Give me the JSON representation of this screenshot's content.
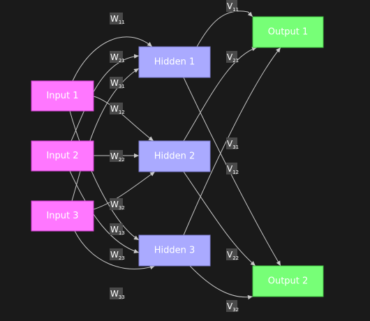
{
  "colors": {
    "background": "#1a1a1a",
    "input": "#ff77ff",
    "hidden": "#aaaaff",
    "output": "#77ff77",
    "edge": "#c8c8c8",
    "label_bg": "#4a4a4a"
  },
  "nodes": {
    "input1": {
      "label": "Input 1",
      "kind": "input"
    },
    "input2": {
      "label": "Input 2",
      "kind": "input"
    },
    "input3": {
      "label": "Input 3",
      "kind": "input"
    },
    "hidden1": {
      "label": "Hidden 1",
      "kind": "hidden"
    },
    "hidden2": {
      "label": "Hidden 2",
      "kind": "hidden"
    },
    "hidden3": {
      "label": "Hidden 3",
      "kind": "hidden"
    },
    "output1": {
      "label": "Output 1",
      "kind": "output"
    },
    "output2": {
      "label": "Output 2",
      "kind": "output"
    }
  },
  "edges": [
    {
      "id": "w11",
      "from": "input1",
      "to": "hidden1",
      "label": "W",
      "sub": "11"
    },
    {
      "id": "w21",
      "from": "input2",
      "to": "hidden1",
      "label": "W",
      "sub": "21"
    },
    {
      "id": "w31",
      "from": "input3",
      "to": "hidden1",
      "label": "W",
      "sub": "31"
    },
    {
      "id": "w12",
      "from": "input1",
      "to": "hidden2",
      "label": "W",
      "sub": "12"
    },
    {
      "id": "w22",
      "from": "input2",
      "to": "hidden2",
      "label": "W",
      "sub": "22"
    },
    {
      "id": "w32",
      "from": "input3",
      "to": "hidden2",
      "label": "W",
      "sub": "32"
    },
    {
      "id": "w13",
      "from": "input1",
      "to": "hidden3",
      "label": "W",
      "sub": "13"
    },
    {
      "id": "w23",
      "from": "input2",
      "to": "hidden3",
      "label": "W",
      "sub": "23"
    },
    {
      "id": "w33",
      "from": "input3",
      "to": "hidden3",
      "label": "W",
      "sub": "33"
    },
    {
      "id": "v11",
      "from": "hidden1",
      "to": "output1",
      "label": "V",
      "sub": "11"
    },
    {
      "id": "v21",
      "from": "hidden2",
      "to": "output1",
      "label": "V",
      "sub": "21"
    },
    {
      "id": "v31",
      "from": "hidden3",
      "to": "output1",
      "label": "V",
      "sub": "31"
    },
    {
      "id": "v12",
      "from": "hidden1",
      "to": "output2",
      "label": "V",
      "sub": "12"
    },
    {
      "id": "v22",
      "from": "hidden2",
      "to": "output2",
      "label": "V",
      "sub": "22"
    },
    {
      "id": "v32",
      "from": "hidden3",
      "to": "output2",
      "label": "V",
      "sub": "32"
    }
  ]
}
